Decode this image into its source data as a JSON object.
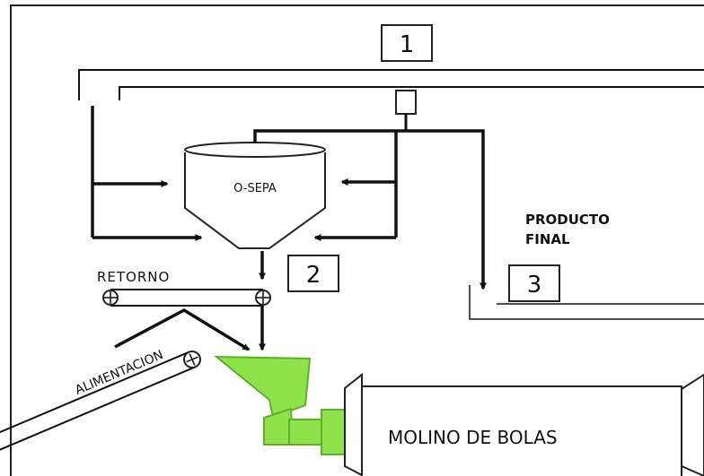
{
  "labels": {
    "box1": "1",
    "box2": "2",
    "box3": "3",
    "separator": "O-SEPA",
    "product_line1": "PRODUCTO",
    "product_line2": "FINAL",
    "return": "RETORNO",
    "feed": "ALIMENTACION",
    "mill": "MOLINO DE BOLAS"
  },
  "colors": {
    "hopper_green": "#8ee34a",
    "hopper_stroke": "#5fae2c",
    "line": "#111111"
  }
}
